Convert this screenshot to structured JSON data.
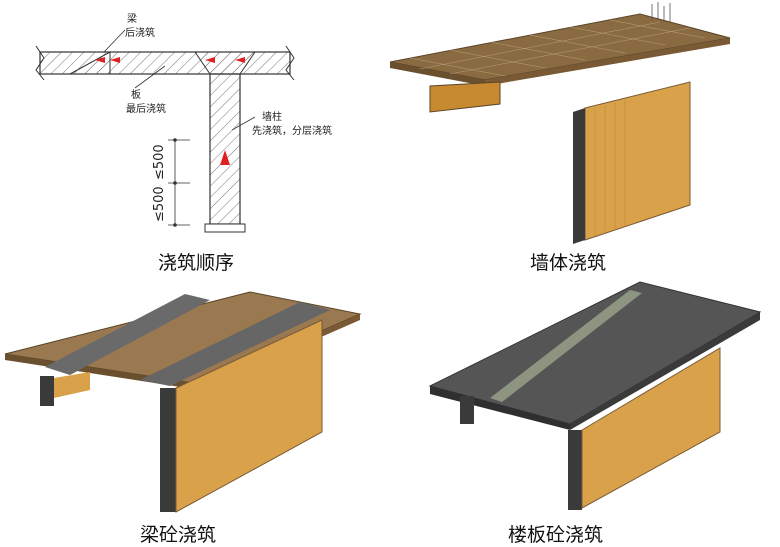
{
  "captions": {
    "top_left": "浇筑顺序",
    "top_right": "墙体浇筑",
    "bottom_left": "梁砼浇筑",
    "bottom_right": "楼板砼浇筑"
  },
  "section_labels": {
    "beam": "梁",
    "beam_note": "后浇筑",
    "slab": "板",
    "slab_note": "最后浇筑",
    "wall": "墙柱",
    "wall_note": "先浇筑，分层浇筑"
  },
  "dimensions": {
    "lower": "≤500",
    "upper": "≤500"
  },
  "colors": {
    "wall_face": "#d9a24a",
    "wall_edge": "#3a3a3a",
    "rebar": "#7a5a35",
    "concrete": "#555555",
    "arrow": "#e02020"
  }
}
